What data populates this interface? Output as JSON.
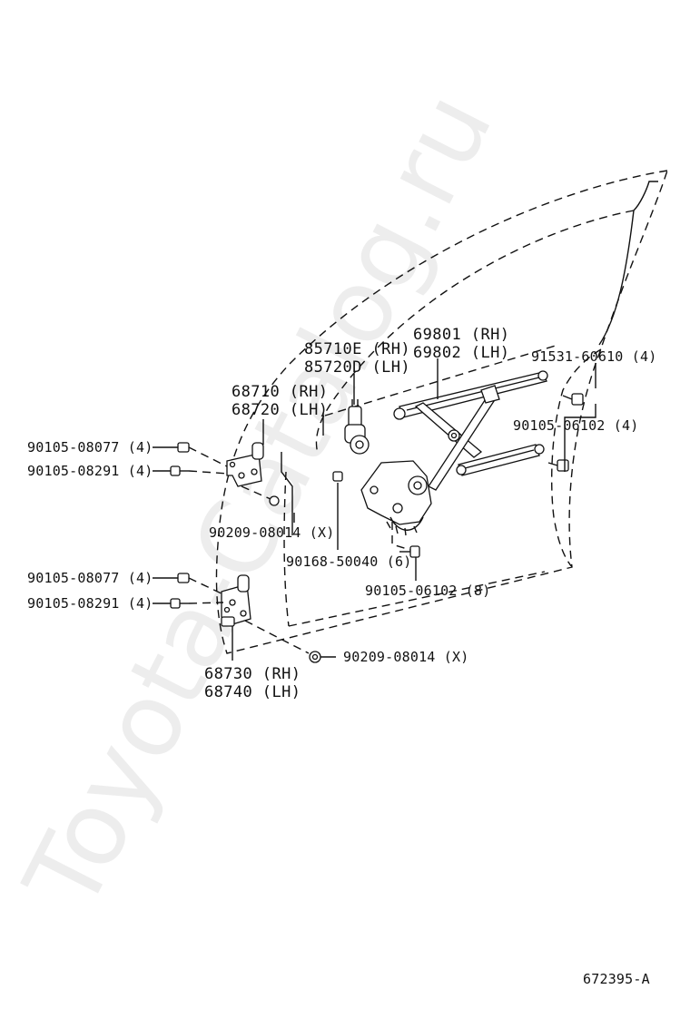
{
  "diagram": {
    "watermark": "Toyota-Catalog.ru",
    "figure_id": "672395-A",
    "labels": {
      "regulator_rh": "69801 (RH)",
      "regulator_lh": "69802 (LH)",
      "motor_rh": "85710E (RH)",
      "motor_lh": "85720D (LH)",
      "upper_hinge_rh": "68710 (RH)",
      "upper_hinge_lh": "68720 (LH)",
      "bolt_91531": "91531-60610 (4)",
      "bolt_90105_06102_4": "90105-06102 (4)",
      "bolt_08077_upper": "90105-08077 (4)",
      "bolt_08291_upper": "90105-08291 (4)",
      "nut_08014_upper": "90209-08014 (X)",
      "bolt_90168": "90168-50040 (6)",
      "bolt_90105_06102_8": "90105-06102 (8)",
      "bolt_08077_lower": "90105-08077 (4)",
      "bolt_08291_lower": "90105-08291 (4)",
      "nut_08014_lower": "90209-08014 (X)",
      "lower_hinge_rh": "68730 (RH)",
      "lower_hinge_lh": "68740 (LH)"
    }
  }
}
